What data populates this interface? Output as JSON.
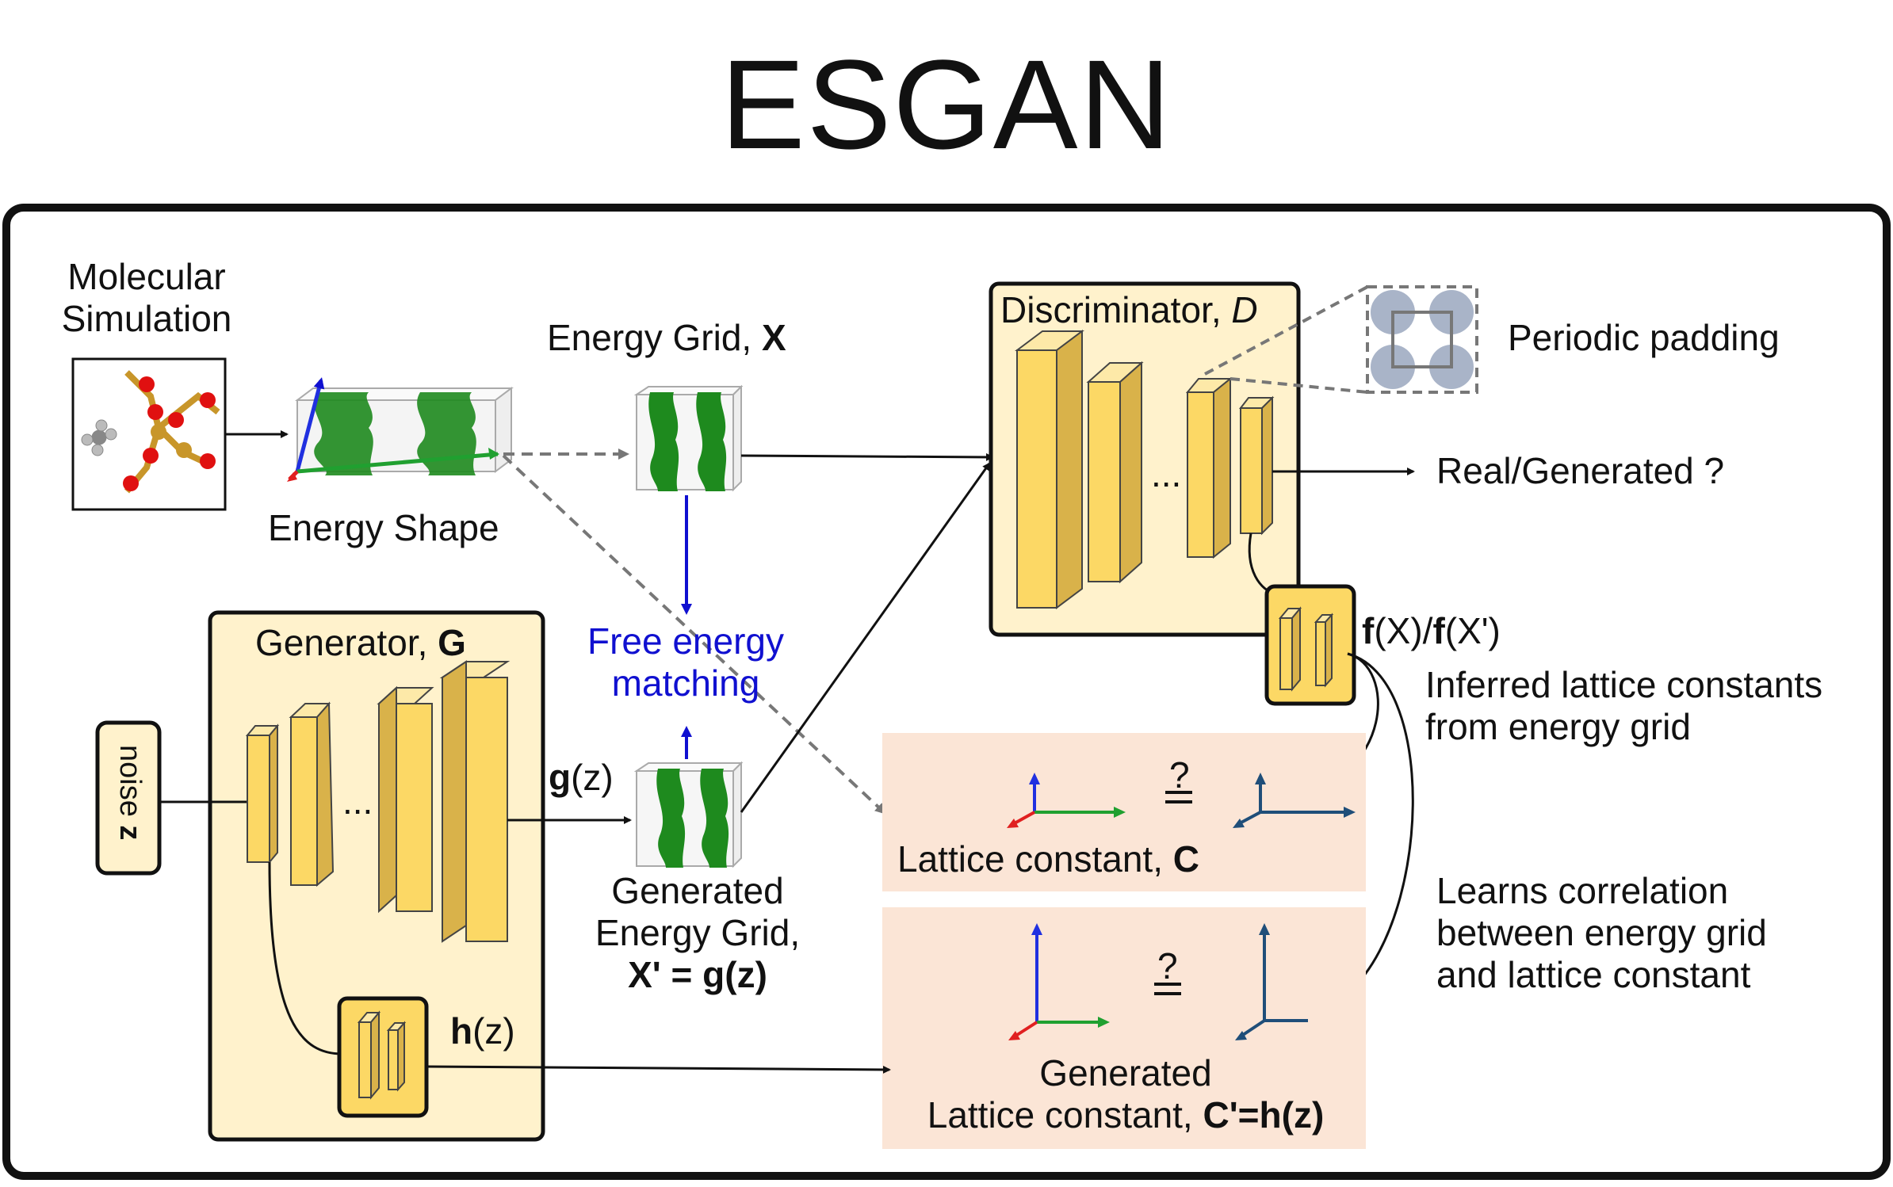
{
  "title": "ESGAN",
  "molecular_simulation": {
    "line1": "Molecular",
    "line2": "Simulation"
  },
  "energy_shape": "Energy Shape",
  "energy_grid": {
    "label": "Energy Grid, ",
    "var": "X"
  },
  "free_energy_matching": {
    "line1": "Free energy",
    "line2": "matching"
  },
  "discriminator": {
    "label": "Discriminator, ",
    "var": "D"
  },
  "periodic_padding": "Periodic padding",
  "real_generated": "Real/Generated ?",
  "f_output": {
    "f1": "f",
    "x1": "(X)",
    "slash": "/",
    "f2": "f",
    "x2": "(X')"
  },
  "inferred_lattice": {
    "line1": "Inferred lattice constants",
    "line2": "from energy grid"
  },
  "generator": {
    "label": "Generator, ",
    "var": "G"
  },
  "noise": {
    "text": "noise ",
    "var": "z"
  },
  "g_of_z": {
    "g": "g",
    "z": "(z)"
  },
  "h_of_z": {
    "h": "h",
    "z": "(z)"
  },
  "dots": "...",
  "generated_energy_grid": {
    "line1": "Generated",
    "line2": "Energy Grid,",
    "line3_var": "X' = g(z)"
  },
  "lattice_constant": {
    "label": "Lattice constant, ",
    "var": "C"
  },
  "question_eq": "?",
  "generated_lattice": {
    "line1": "Generated",
    "line2": "Lattice constant, ",
    "var": "C'=h(z)"
  },
  "learns_correlation": {
    "line1": "Learns correlation",
    "line2": "between energy grid",
    "line3": "and lattice constant"
  },
  "colors": {
    "block_fill": "#fde9a8",
    "block_front": "#fcd865",
    "block_side": "#d9b24a",
    "box_fill": "#fff2cc",
    "pink_fill": "#fbe5d6",
    "green_mesh": "#1e8a1e",
    "axis_red": "#e02020",
    "axis_green": "#20a030",
    "axis_blue": "#2030e0",
    "axis_navy": "#1f4e79",
    "free_energy_blue": "#1010d0",
    "padding_circle": "#a9b4c8"
  }
}
